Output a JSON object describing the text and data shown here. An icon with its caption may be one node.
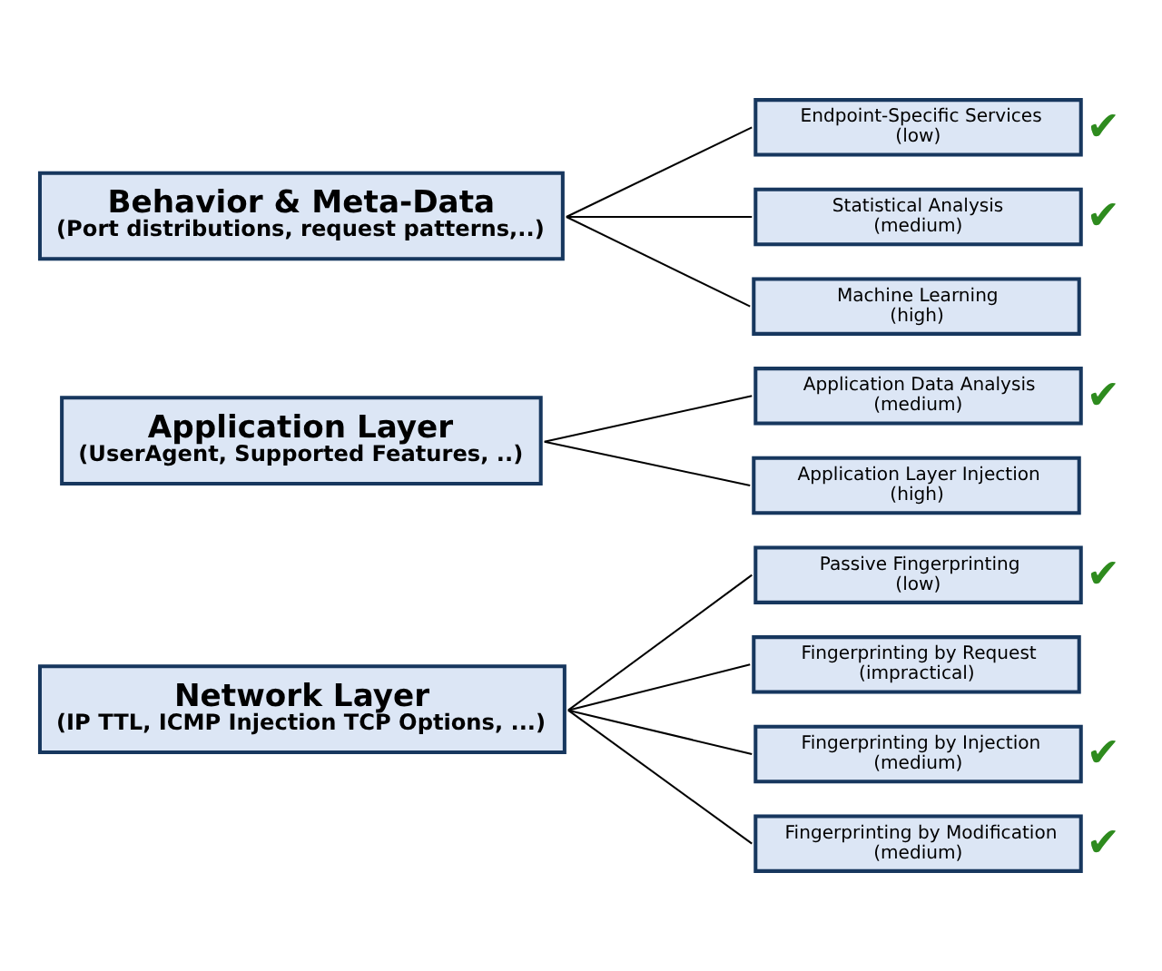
{
  "diagram": {
    "nodes": [
      {
        "text": [
          "Network Layer",
          "(IP TTL, ICMP Injection TCP Options, ...)"
        ]
      },
      {
        "text": [
          "Passive Fingerprinting",
          "(low)"
        ],
        "beside": [
          "✔"
        ]
      },
      {
        "text": [
          "Fingerprinting by Request",
          "(impractical)"
        ]
      },
      {
        "text": [
          "Fingerprinting by Injection",
          "(medium)"
        ],
        "beside": [
          "✔"
        ]
      },
      {
        "text": [
          "Fingerprinting by Modification",
          "(medium)"
        ],
        "beside": [
          "✔"
        ]
      },
      {
        "text": [
          "Application Layer",
          "(UserAgent, Supported Features, ..)"
        ]
      },
      {
        "text": [
          "Application Data Analysis",
          "(medium)"
        ],
        "beside": [
          "✔"
        ]
      },
      {
        "text": [
          "Application Layer Injection",
          "(high)"
        ]
      },
      {
        "text": [
          "Behavior & Meta-Data",
          "(Port distributions, request patterns,..)"
        ]
      },
      {
        "text": [
          "Endpoint-Specific Services",
          "(low)"
        ],
        "beside": [
          "✔"
        ]
      },
      {
        "text": [
          "Statistical Analysis",
          "(medium)"
        ],
        "beside": [
          "✔"
        ]
      },
      {
        "text": [
          "Machine Learning",
          "(high)"
        ]
      }
    ],
    "edges": [
      {
        "from": 0,
        "to": 1,
        "arrow": "none"
      },
      {
        "from": 0,
        "to": 2,
        "arrow": "none"
      },
      {
        "from": 0,
        "to": 3,
        "arrow": "none"
      },
      {
        "from": 0,
        "to": 4,
        "arrow": "none"
      },
      {
        "from": 5,
        "to": 6,
        "arrow": "none"
      },
      {
        "from": 5,
        "to": 7,
        "arrow": "none"
      },
      {
        "from": 8,
        "to": 9,
        "arrow": "none"
      },
      {
        "from": 8,
        "to": 10,
        "arrow": "none"
      },
      {
        "from": 8,
        "to": 11,
        "arrow": "none"
      }
    ]
  }
}
